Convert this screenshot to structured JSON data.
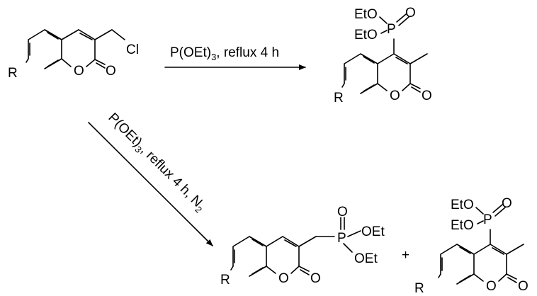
{
  "starting_material": {
    "substituent": "R",
    "ring_oxygen": "O",
    "carbonyl_oxygen": "O",
    "chlorine": "Cl"
  },
  "reaction_top": {
    "conditions_prefix": "P(OEt)",
    "conditions_subscript": "3",
    "conditions_suffix": ", reflux 4 h"
  },
  "reaction_bottom": {
    "conditions_prefix": "P(OEt)",
    "conditions_subscript": "3",
    "conditions_middle": ", reflux 4 h, N",
    "conditions_subscript_2": "2"
  },
  "product_top": {
    "substituent": "R",
    "ring_oxygen": "O",
    "carbonyl_oxygen": "O",
    "ethoxy_1": "EtO",
    "ethoxy_2": "EtO",
    "phosphorus": "P",
    "phosphoryl_oxygen": "O"
  },
  "product_bottom_left": {
    "substituent": "R",
    "ring_oxygen": "O",
    "carbonyl_oxygen": "O",
    "phosphorus": "P",
    "phosphoryl_oxygen": "O",
    "ethoxy_1": "OEt",
    "ethoxy_2": "OEt"
  },
  "plus_sign": "+",
  "product_bottom_right": {
    "substituent": "R",
    "ring_oxygen": "O",
    "carbonyl_oxygen": "O",
    "ethoxy_1": "EtO",
    "ethoxy_2": "EtO",
    "phosphorus": "P",
    "phosphoryl_oxygen": "O"
  }
}
